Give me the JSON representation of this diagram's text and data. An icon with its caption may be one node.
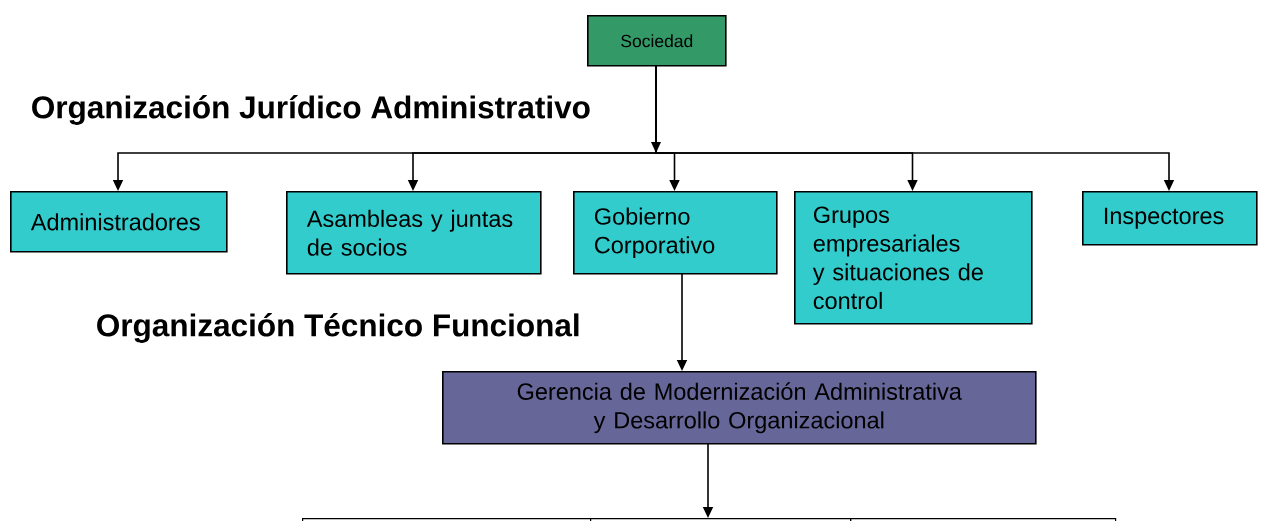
{
  "diagram": {
    "nodes": [
      {
        "text": [
          "Sociedad"
        ]
      },
      {
        "text": [
          "Administradores"
        ]
      },
      {
        "text": [
          "Asambleas y juntas de socios"
        ]
      },
      {
        "text": [
          "Gobierno Corporativo"
        ]
      },
      {
        "text": [
          "Grupos empresariales y situaciones de control"
        ]
      },
      {
        "text": [
          "Inspectores"
        ]
      },
      {
        "text": [
          "Gerencia de Modernización Administrativa y Desarrollo Organizacional"
        ]
      },
      {
        "text": [],
        "shape": "box"
      },
      {
        "text": [],
        "shape": "box"
      },
      {
        "text": [],
        "shape": "box"
      }
    ],
    "edges": [
      {
        "from": 0,
        "to": 1,
        "arrow": "to"
      },
      {
        "from": 0,
        "to": 2,
        "arrow": "to"
      },
      {
        "from": 0,
        "to": 3,
        "arrow": "to"
      },
      {
        "from": 0,
        "to": 4,
        "arrow": "to"
      },
      {
        "from": 0,
        "to": 5,
        "arrow": "to"
      },
      {
        "from": 3,
        "to": 6,
        "arrow": "to"
      },
      {
        "from": 6,
        "to": 8,
        "arrow": "to"
      }
    ],
    "labels": [
      "Organización Jurídico Administrativo",
      "Organización Técnico Funcional"
    ]
  }
}
